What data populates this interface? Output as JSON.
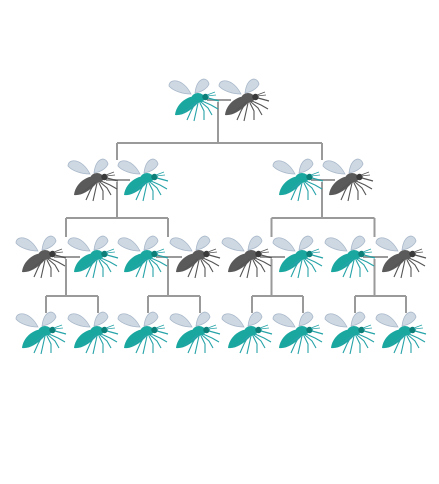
{
  "colors": {
    "teal": "#1aa79f",
    "teal_dark": "#0d7f78",
    "grey": "#5a5a5a",
    "grey_dark": "#3a3a3a",
    "wing": "#c9d4e0",
    "wing_edge": "#9fb0c4",
    "legs_teal": "#26a3a8",
    "legs_grey": "#555555",
    "connector": "#9a9a9a"
  },
  "pedigree": {
    "generations": [
      {
        "level": 1,
        "pairs": [
          [
            "teal",
            "grey"
          ]
        ]
      },
      {
        "level": 2,
        "pairs": [
          [
            "grey",
            "teal"
          ],
          [
            "teal",
            "grey"
          ]
        ]
      },
      {
        "level": 3,
        "pairs": [
          [
            "grey",
            "teal"
          ],
          [
            "teal",
            "grey"
          ],
          [
            "grey",
            "teal"
          ],
          [
            "teal",
            "grey"
          ]
        ]
      },
      {
        "level": 4,
        "pairs": [
          [
            "teal",
            "teal"
          ],
          [
            "teal",
            "teal"
          ],
          [
            "teal",
            "teal"
          ],
          [
            "teal",
            "teal"
          ]
        ]
      }
    ]
  }
}
